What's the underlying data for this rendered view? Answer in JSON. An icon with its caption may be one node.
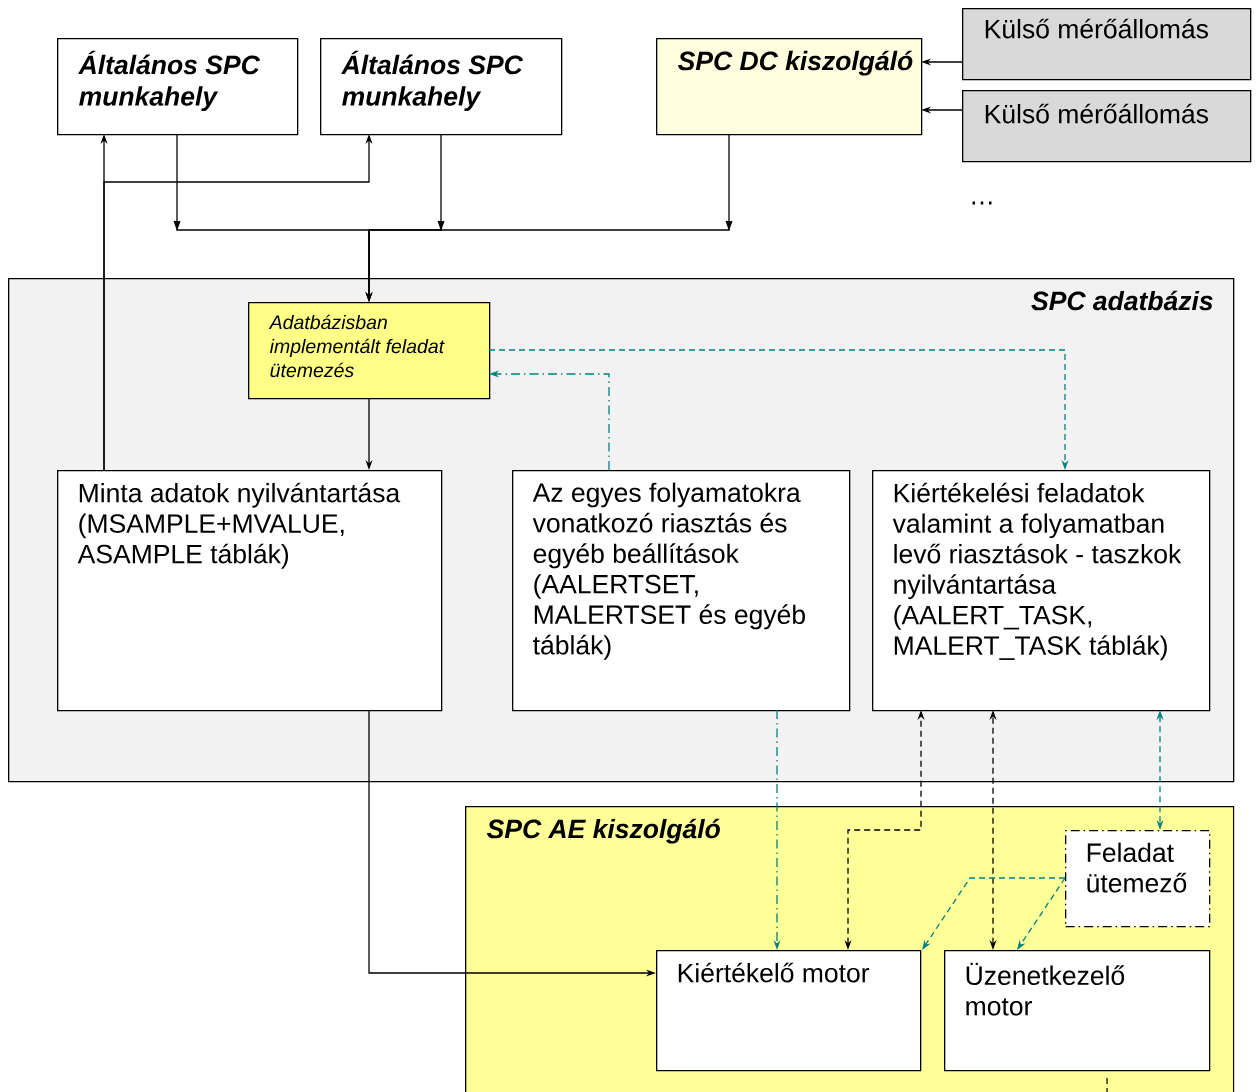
{
  "diagram": {
    "nodes": [
      {
        "text": [
          "Általános SPC munkahely"
        ]
      },
      {
        "text": [
          "Általános SPC munkahely"
        ]
      },
      {
        "text": [
          "SPC DC kiszolgáló"
        ]
      },
      {
        "text": [
          "Külső mérőállomás"
        ]
      },
      {
        "text": [
          "Külső mérőállomás"
        ]
      },
      {
        "text": [
          "SPC adatbázis"
        ]
      },
      {
        "text": [
          "Adatbázisban implementált feladat ütemezés"
        ],
        "in": 5
      },
      {
        "text": [
          "Minta adatok nyilvántartása (MSAMPLE+MVALUE, ASAMPLE táblák)"
        ],
        "in": 5
      },
      {
        "text": [
          "Az egyes folyamatokra vonatkozó riasztás és egyéb beállítások (AALERTSET, MALERTSET és egyéb táblák)"
        ],
        "in": 5
      },
      {
        "text": [
          "Kiértékelési feladatok valamint a folyamatban levő riasztások - taszkok nyilvántartása (AALERT_TASK, MALERT_TASK táblák)"
        ],
        "in": 5
      },
      {
        "text": [
          "SPC AE kiszolgáló"
        ]
      },
      {
        "text": [
          "Feladat ütemező"
        ],
        "in": 10
      },
      {
        "text": [
          "Kiértékelő motor"
        ],
        "in": 10
      },
      {
        "text": [
          "Üzenetkezelő motor"
        ],
        "in": 10
      }
    ],
    "edges": [
      {
        "from": 3,
        "to": 2,
        "arrow": "to"
      },
      {
        "from": 4,
        "to": 2,
        "arrow": "to"
      },
      {
        "from": 0,
        "to": 6,
        "arrow": "to"
      },
      {
        "from": 1,
        "to": 6,
        "arrow": "to"
      },
      {
        "from": 2,
        "to": 6,
        "arrow": "to"
      },
      {
        "from": 7,
        "to": 0,
        "arrow": "to"
      },
      {
        "from": 7,
        "to": 1,
        "arrow": "to"
      },
      {
        "from": 6,
        "to": 7,
        "arrow": "to"
      },
      {
        "from": 8,
        "to": 6,
        "arrow": "to",
        "style": "dashed",
        "color": "#008080"
      },
      {
        "from": 6,
        "to": 9,
        "arrow": "to",
        "style": "dashed",
        "color": "#008080"
      },
      {
        "from": 7,
        "to": 12,
        "arrow": "to"
      },
      {
        "from": 8,
        "to": 12,
        "arrow": "to",
        "style": "dashed",
        "color": "#008080"
      },
      {
        "from": 12,
        "to": 9,
        "arrow": "both",
        "style": "dashed"
      },
      {
        "from": 13,
        "to": 9,
        "arrow": "both",
        "style": "dashed"
      },
      {
        "from": 9,
        "to": 11,
        "arrow": "both",
        "style": "dashed",
        "color": "#008080"
      },
      {
        "from": 11,
        "to": 12,
        "arrow": "to",
        "style": "dashed",
        "color": "#008080"
      },
      {
        "from": 11,
        "to": 13,
        "arrow": "to",
        "style": "dashed",
        "color": "#008080"
      },
      {
        "from": 13,
        "to": null,
        "arrow": "none",
        "style": "dashed"
      }
    ],
    "labels": [
      "…"
    ]
  }
}
